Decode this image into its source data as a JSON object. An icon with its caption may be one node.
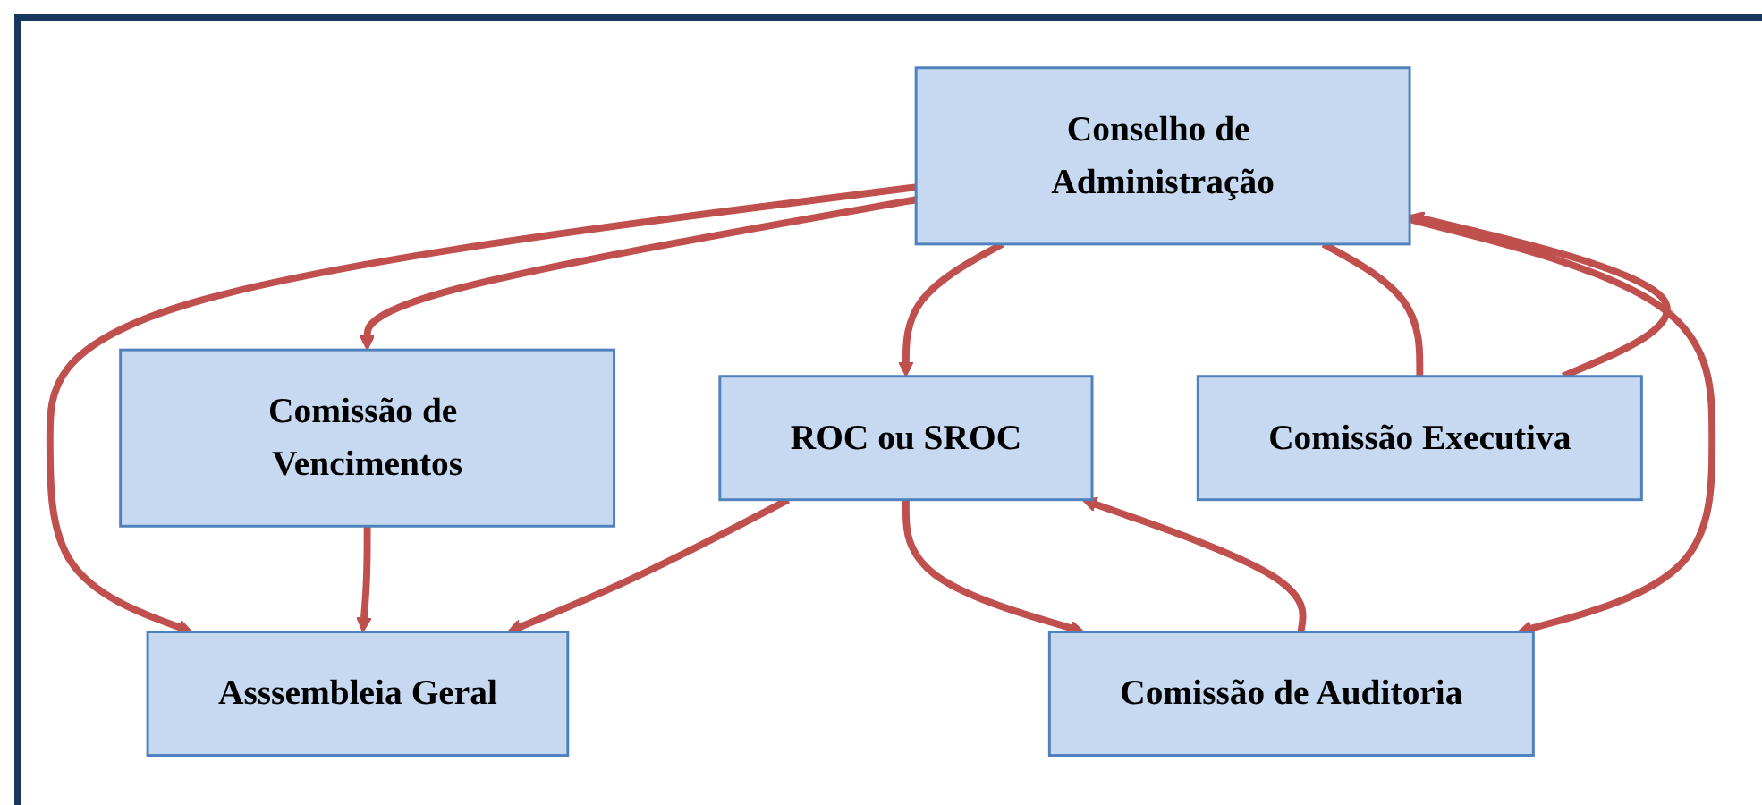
{
  "diagram": {
    "nodes": [
      {
        "text": [
          "Comissão de Vencimentos"
        ]
      },
      {
        "text": [
          "Asssembleia Geral"
        ]
      },
      {
        "text": [
          "ROC ou SROC"
        ]
      },
      {
        "text": [
          "Conselho de Administração"
        ]
      },
      {
        "text": [
          "Comissão Executiva"
        ]
      },
      {
        "text": [
          "Comissão de Auditoria"
        ]
      }
    ],
    "edges": [
      {
        "from": 0,
        "to": 1,
        "arrow": "to"
      },
      {
        "from": 2,
        "to": 1,
        "arrow": "to"
      },
      {
        "from": 3,
        "to": 1,
        "arrow": "to"
      },
      {
        "from": 3,
        "to": 0,
        "arrow": "to"
      },
      {
        "from": 3,
        "to": 2,
        "arrow": "to"
      },
      {
        "from": 4,
        "to": 3,
        "arrow": "to"
      },
      {
        "from": 3,
        "to": 4,
        "arrow": "none"
      },
      {
        "from": 3,
        "to": 5,
        "arrow": "to"
      },
      {
        "from": 2,
        "to": 5,
        "arrow": "to"
      },
      {
        "from": 5,
        "to": 2,
        "arrow": "to"
      }
    ]
  }
}
